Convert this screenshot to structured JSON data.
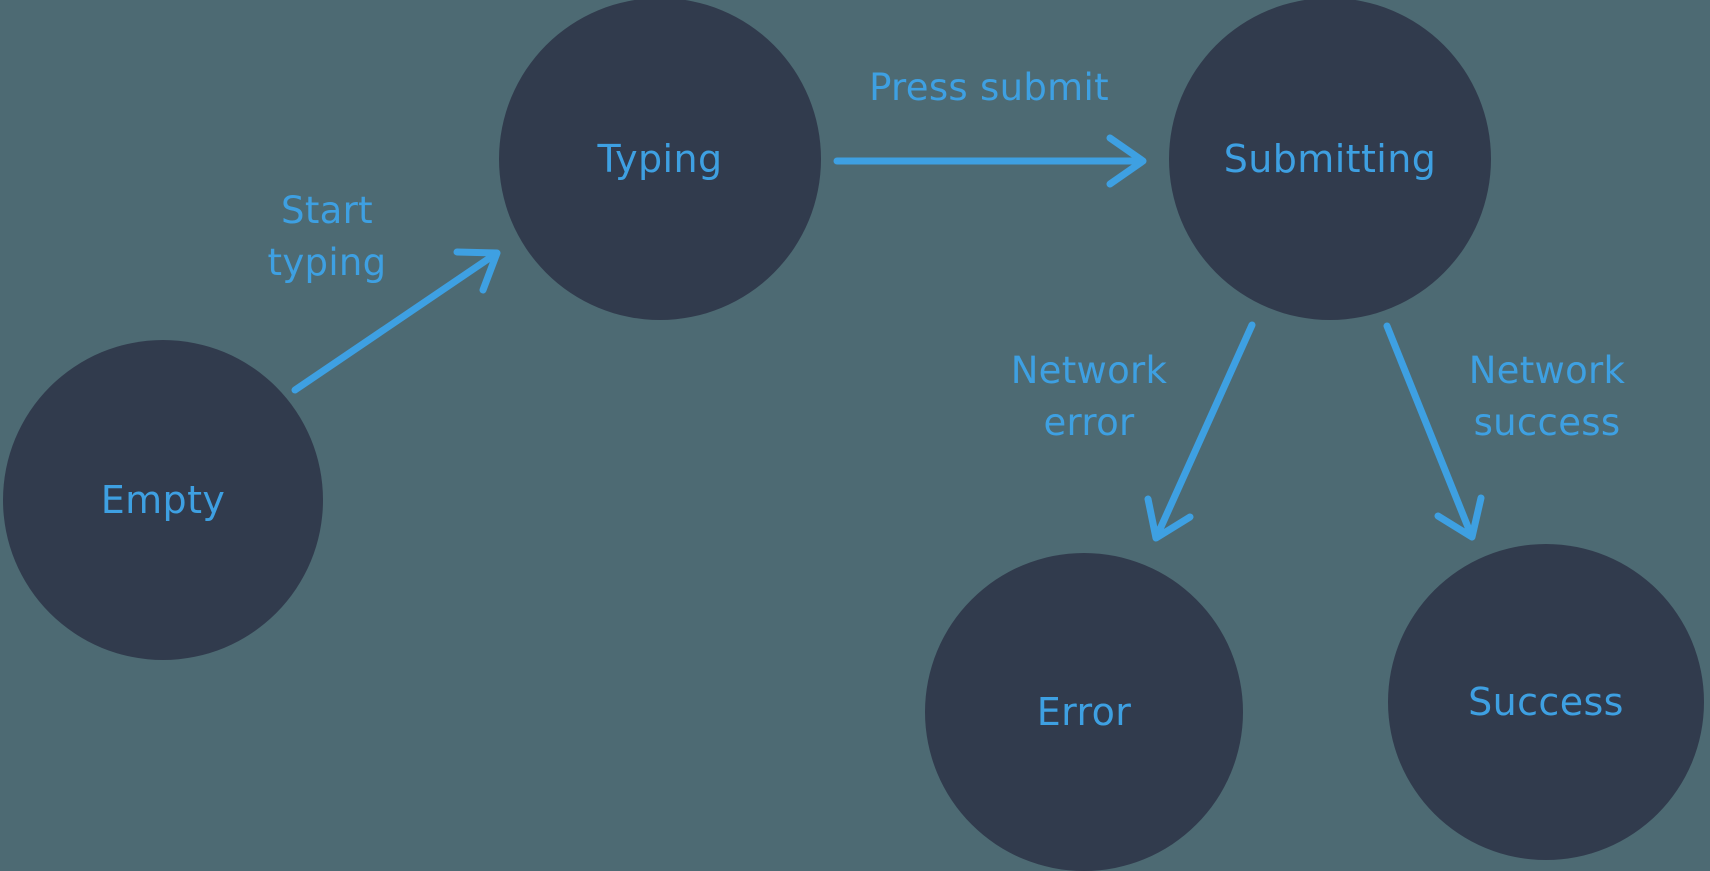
{
  "theme": {
    "bg": "#4D6A73",
    "node": "#313B4D",
    "accent": "#3EA0E2"
  },
  "diagram": {
    "type": "state-machine",
    "nodes": [
      {
        "id": "empty",
        "label": "Empty"
      },
      {
        "id": "typing",
        "label": "Typing"
      },
      {
        "id": "submitting",
        "label": "Submitting"
      },
      {
        "id": "error",
        "label": "Error"
      },
      {
        "id": "success",
        "label": "Success"
      }
    ],
    "edges": [
      {
        "id": "start-typing",
        "from": "empty",
        "to": "typing",
        "label_line1": "Start",
        "label_line2": "typing"
      },
      {
        "id": "press-submit",
        "from": "typing",
        "to": "submitting",
        "label": "Press submit"
      },
      {
        "id": "network-error",
        "from": "submitting",
        "to": "error",
        "label_line1": "Network",
        "label_line2": "error"
      },
      {
        "id": "network-success",
        "from": "submitting",
        "to": "success",
        "label_line1": "Network",
        "label_line2": "success"
      }
    ]
  }
}
